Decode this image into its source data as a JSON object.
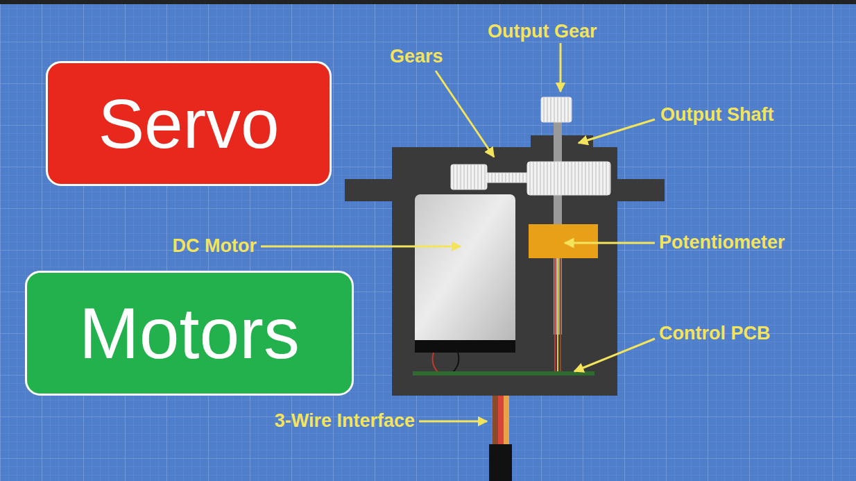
{
  "diagram": {
    "nodes": [
      {
        "text": [
          "Servo"
        ]
      },
      {
        "text": [
          "Motors"
        ]
      }
    ],
    "labels": [
      "Output Gear",
      "Gears",
      "Output Shaft",
      "DC Motor",
      "Potentiometer",
      "Control PCB",
      "3-Wire Interface"
    ]
  }
}
